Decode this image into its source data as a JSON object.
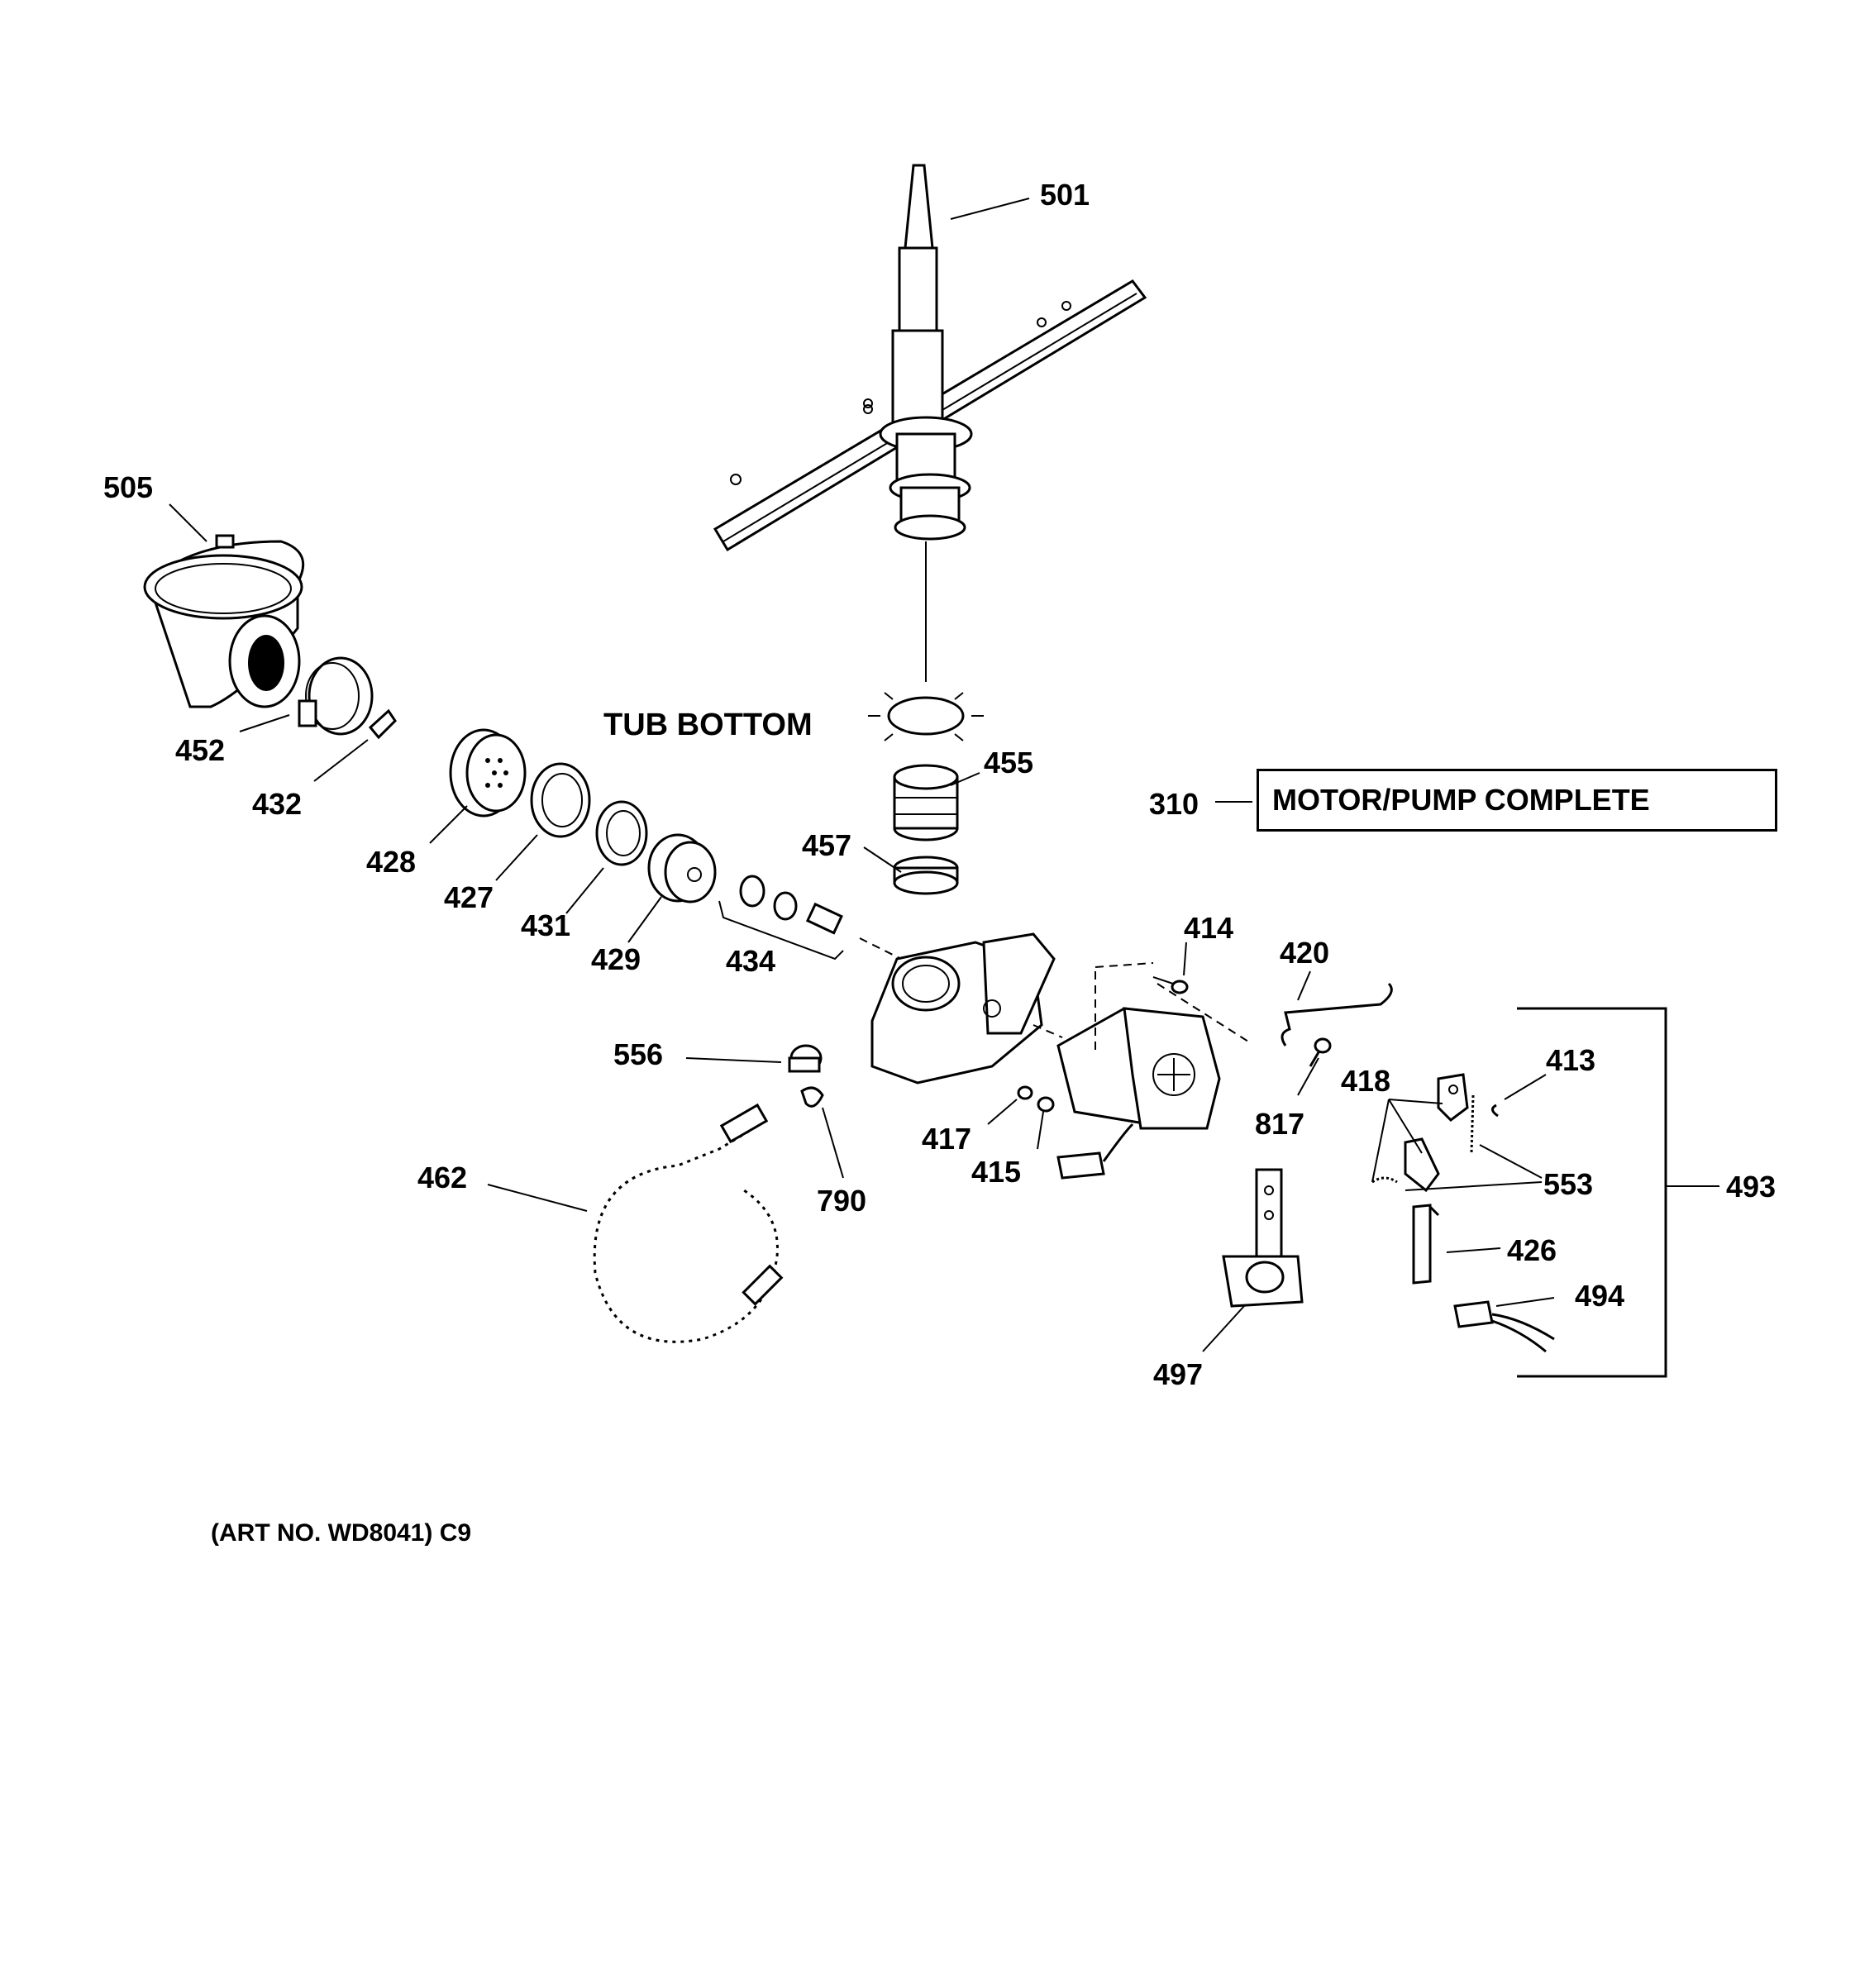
{
  "diagram": {
    "callouts": [
      {
        "id": "c501",
        "text": "501"
      },
      {
        "id": "c505",
        "text": "505"
      },
      {
        "id": "c452",
        "text": "452"
      },
      {
        "id": "c432",
        "text": "432"
      },
      {
        "id": "c428",
        "text": "428"
      },
      {
        "id": "c427",
        "text": "427"
      },
      {
        "id": "c431",
        "text": "431"
      },
      {
        "id": "c429",
        "text": "429"
      },
      {
        "id": "c434",
        "text": "434"
      },
      {
        "id": "c455",
        "text": "455"
      },
      {
        "id": "c457",
        "text": "457"
      },
      {
        "id": "c310",
        "text": "310"
      },
      {
        "id": "c414",
        "text": "414"
      },
      {
        "id": "c420",
        "text": "420"
      },
      {
        "id": "c556",
        "text": "556"
      },
      {
        "id": "c413",
        "text": "413"
      },
      {
        "id": "c418",
        "text": "418"
      },
      {
        "id": "c817",
        "text": "817"
      },
      {
        "id": "c417",
        "text": "417"
      },
      {
        "id": "c415",
        "text": "415"
      },
      {
        "id": "c553",
        "text": "553"
      },
      {
        "id": "c493",
        "text": "493"
      },
      {
        "id": "c462",
        "text": "462"
      },
      {
        "id": "c790",
        "text": "790"
      },
      {
        "id": "c426",
        "text": "426"
      },
      {
        "id": "c494",
        "text": "494"
      },
      {
        "id": "c497",
        "text": "497"
      }
    ],
    "tub_bottom_label": "TUB BOTTOM",
    "motor_pump_label": "MOTOR/PUMP COMPLETE",
    "art_note": "(ART NO. WD8041) C9"
  }
}
